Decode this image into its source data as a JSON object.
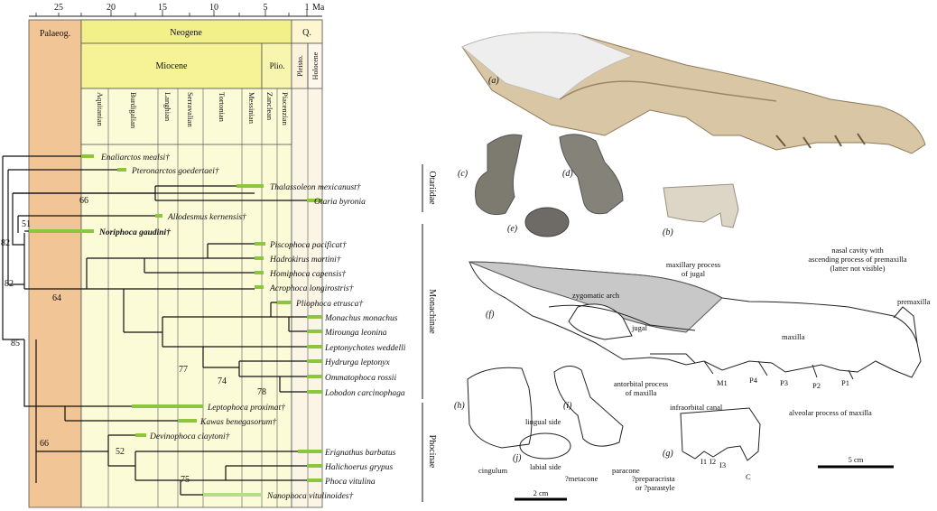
{
  "timescale": {
    "unit": "Ma",
    "ticks": [
      "25",
      "20",
      "15",
      "10",
      "5",
      "1"
    ],
    "eras": {
      "palaeogene": "Palaeog.",
      "neogene": "Neogene",
      "quaternary": "Q."
    },
    "epochs": {
      "miocene": "Miocene",
      "pliocene": "Plio.",
      "pleistocene": "Pleisto.",
      "holocene": "Holocene"
    },
    "stages": [
      "Aquitanian",
      "Burdigalian",
      "Langhian",
      "Serravalian",
      "Tortonian",
      "Messinian",
      "Zanclean",
      "Piacenzian"
    ]
  },
  "taxa": [
    "Enaliarctos mealsi†",
    "Pteronarctos goedertaei†",
    "Thalassoleon mexicanust†",
    "Otaria byronia",
    "Allodesmus kernensis†",
    "Noriphoca gaudini†",
    "Piscophoca pacificat†",
    "Hadrokirus martini†",
    "Homiphoca capensis†",
    "Acrophoca longirostris†",
    "Pliophoca etrusca†",
    "Monachus monachus",
    "Mirounga leonina",
    "Leptonychotes weddelli",
    "Hydrurga leptonyx",
    "Ommatophoca rossii",
    "Lobodon carcinophaga",
    "Leptophoca proximat†",
    "Kawas benegasorum†",
    "Devinophoca claytoni†",
    "Erignathus barbatus",
    "Halichoerus grypus",
    "Phoca vitulina",
    "Nanophoca vitulinoides†"
  ],
  "node_values": [
    "66",
    "51",
    "82",
    "82",
    "64",
    "85",
    "77",
    "74",
    "78",
    "52",
    "75",
    "66"
  ],
  "clades": [
    "Otariidae",
    "Monachinae",
    "Phocinae"
  ],
  "panels": [
    "(a)",
    "(b)",
    "(c)",
    "(d)",
    "(e)",
    "(f)",
    "(g)",
    "(h)",
    "(i)",
    "(j)"
  ],
  "annotations": {
    "maxillary_process": [
      "maxillary process",
      "of jugal"
    ],
    "nasal_cavity": [
      "nasal cavity with",
      "ascending process of premaxilla",
      "(latter not visible)"
    ],
    "premaxilla": "premaxilla",
    "zygomatic_arch": "zygomatic arch",
    "jugal": "jugal",
    "maxilla": "maxilla",
    "antorbital": [
      "antorbital process",
      "of maxilla"
    ],
    "teeth": [
      "M1",
      "P4",
      "P3",
      "P2",
      "P1"
    ],
    "infraorbital": "infraorbital canal",
    "alveolar": "alveolar process of maxilla",
    "lingual": "lingual side",
    "labial": "labial side",
    "cingulum": "cingulum",
    "metacone": "?metacone",
    "paracone": "paracone",
    "preparacrista": [
      "?preparacrista",
      "or ?parastyle"
    ],
    "incisors": [
      "I1",
      "I2",
      "I3"
    ],
    "canine": "C",
    "scale_2cm": "2 cm",
    "scale_5cm": "5 cm"
  }
}
